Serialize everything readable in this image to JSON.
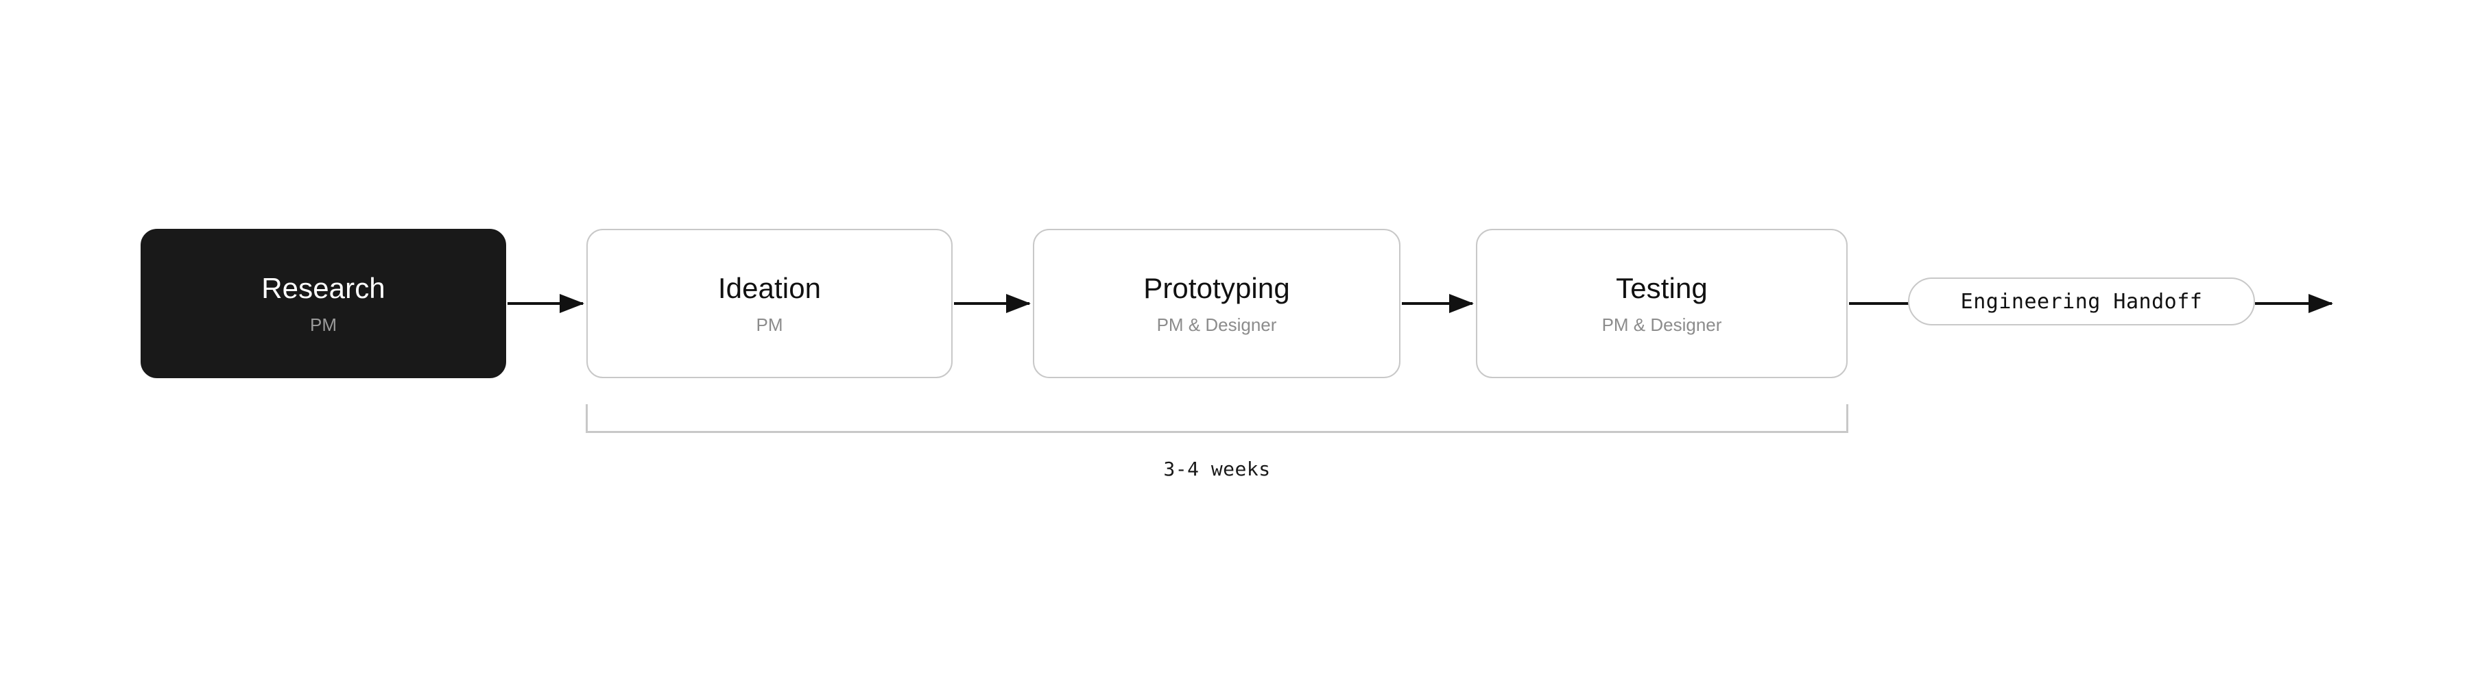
{
  "diagram": {
    "type": "process-flow",
    "background_color": "#ffffff",
    "accent_dark": "#191919",
    "border_color": "#c8c8c8",
    "muted_text_color": "#8c8c8c",
    "steps": [
      {
        "title": "Research",
        "role": "PM",
        "style": "filled"
      },
      {
        "title": "Ideation",
        "role": "PM",
        "style": "outline"
      },
      {
        "title": "Prototyping",
        "role": "PM & Designer",
        "style": "outline"
      },
      {
        "title": "Testing",
        "role": "PM & Designer",
        "style": "outline"
      }
    ],
    "handoff": {
      "label": "Engineering Handoff"
    },
    "duration": {
      "label": "3-4 weeks",
      "spans_from": "Ideation",
      "spans_to": "Testing"
    },
    "connectors": [
      {
        "from": "Research",
        "to": "Ideation",
        "arrowhead": true
      },
      {
        "from": "Ideation",
        "to": "Prototyping",
        "arrowhead": true
      },
      {
        "from": "Prototyping",
        "to": "Testing",
        "arrowhead": true
      },
      {
        "from": "Testing",
        "to": "Engineering Handoff",
        "arrowhead": false
      },
      {
        "from": "Engineering Handoff",
        "to": "",
        "arrowhead": true
      }
    ]
  }
}
